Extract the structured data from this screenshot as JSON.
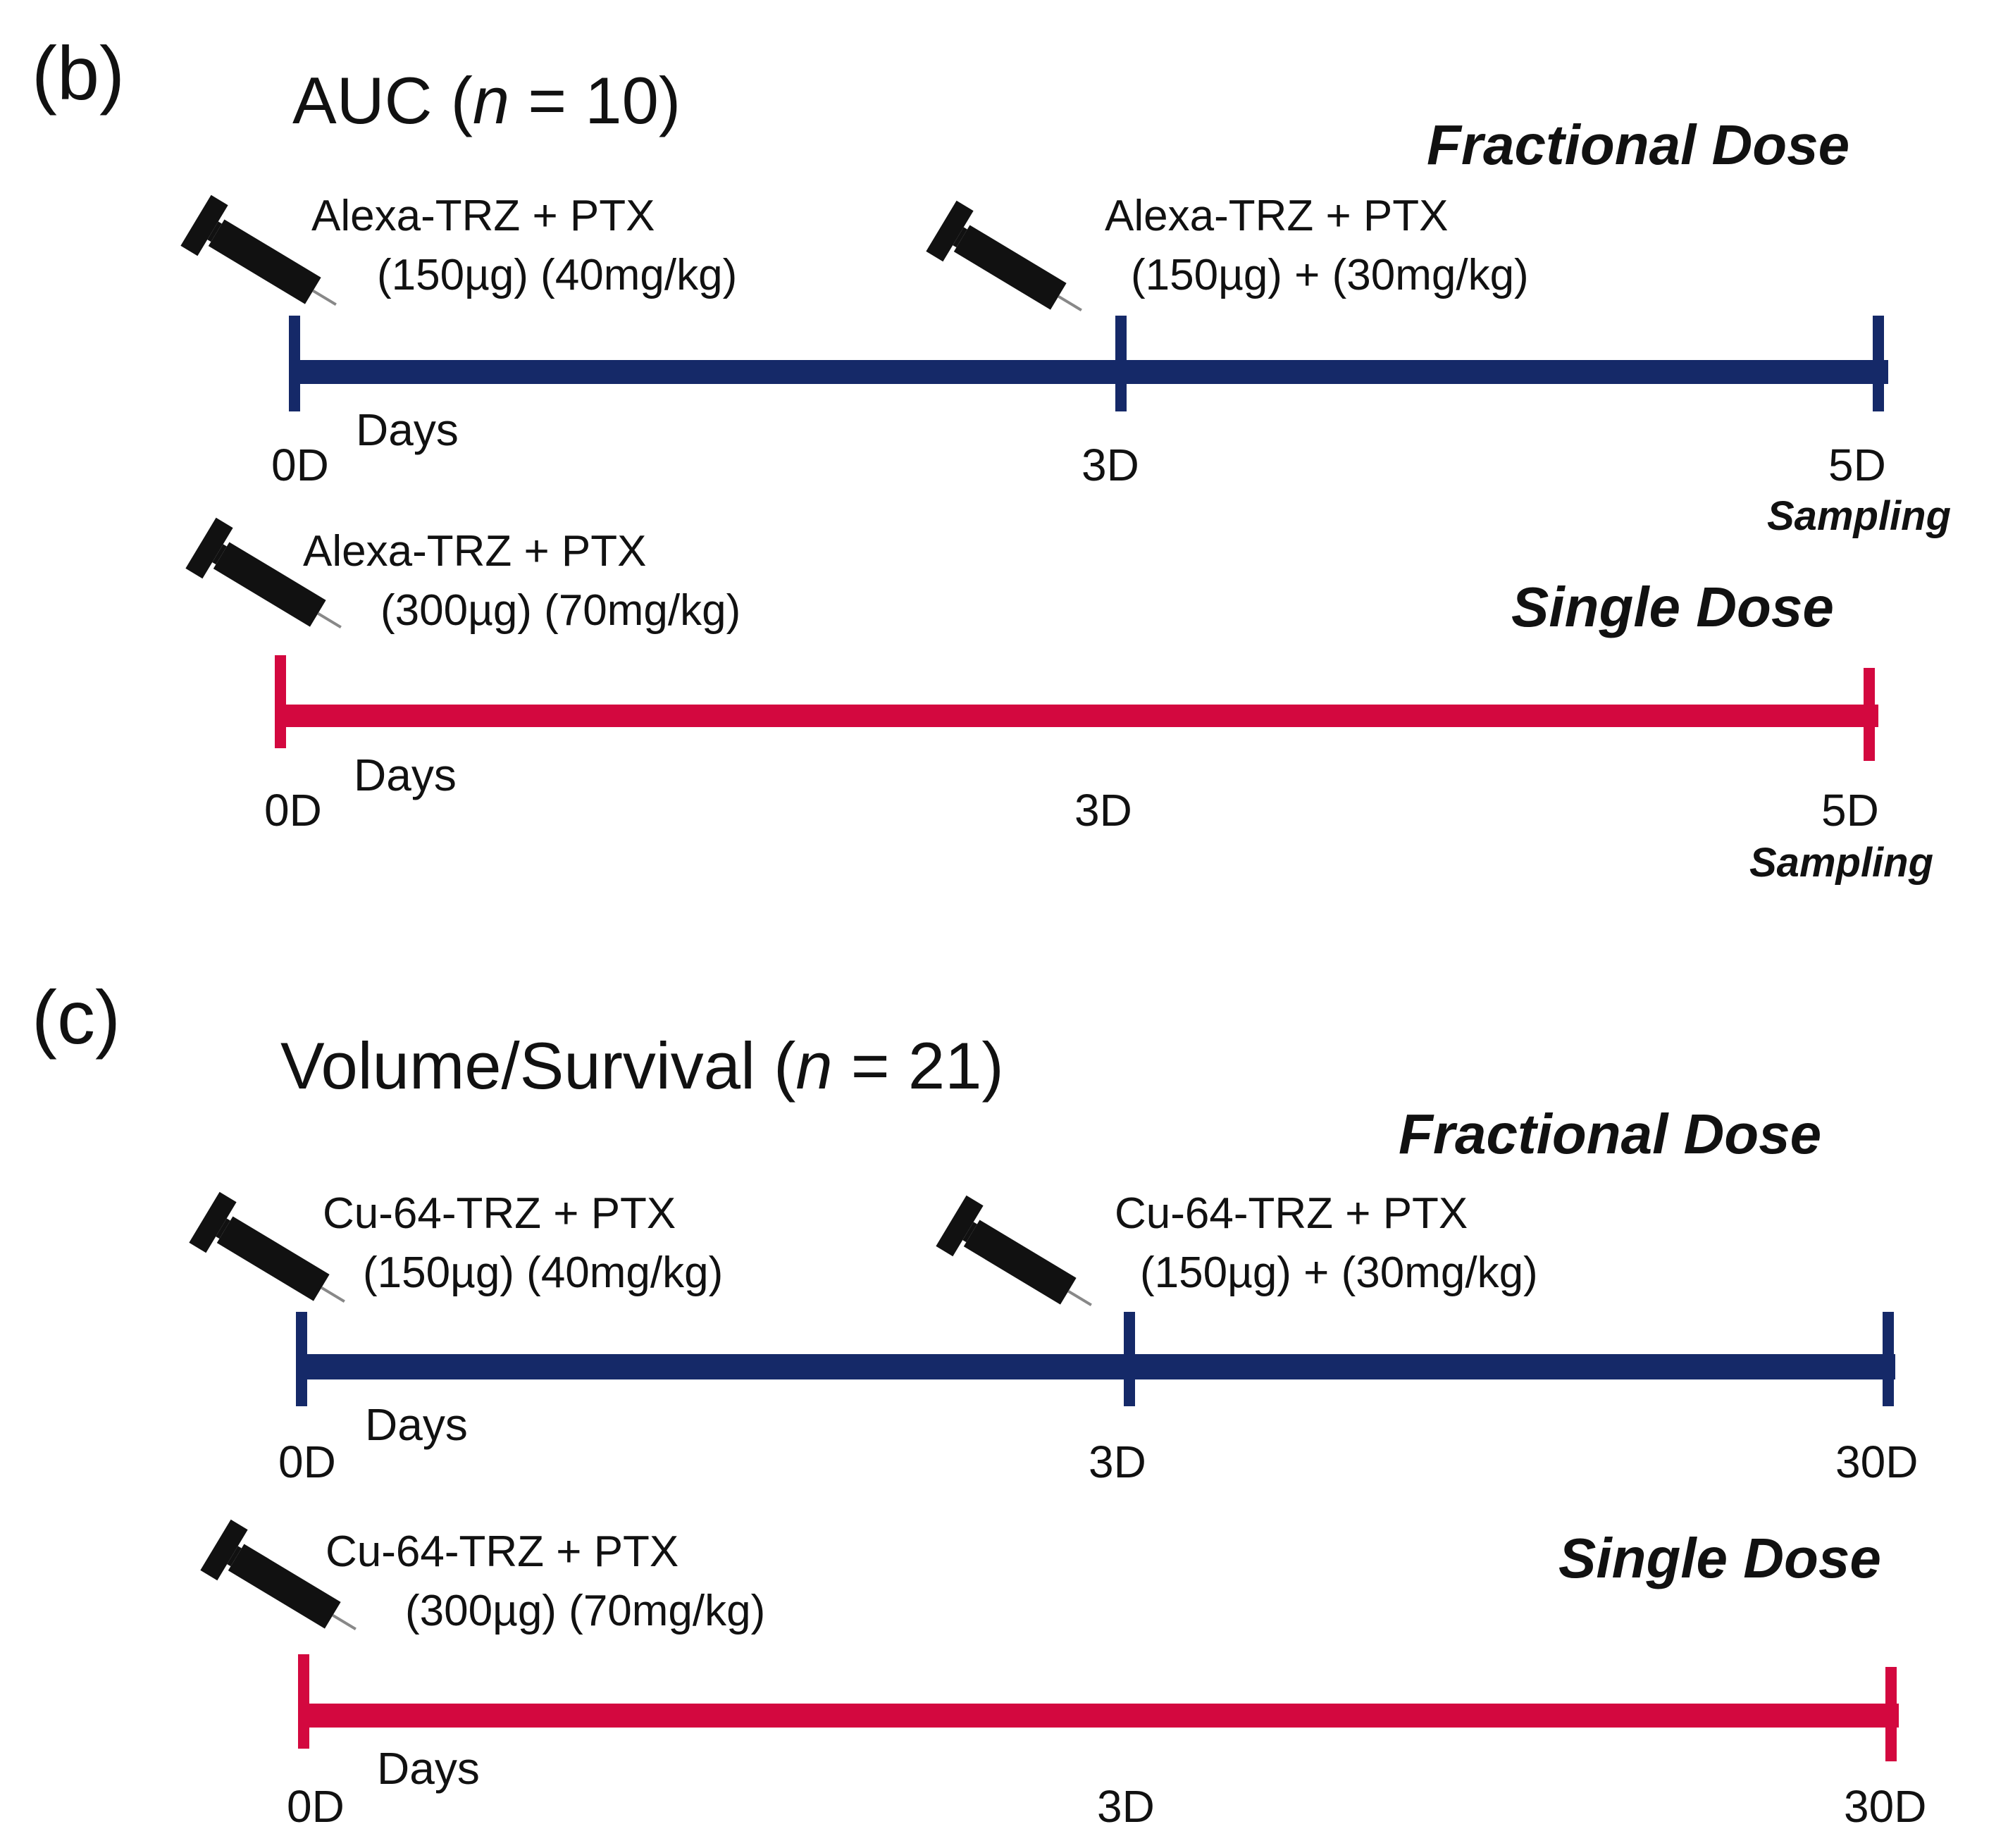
{
  "colors": {
    "fractional": "#152968",
    "single": "#d3083f",
    "syringe": "#111111"
  },
  "icons": {
    "injection": "syringe-icon"
  },
  "panel_b": {
    "label": "(b)",
    "title_prefix": "AUC (",
    "title_n": "n",
    "title_suffix": " = 10)",
    "fractional": {
      "title": "Fractional Dose",
      "injection1": {
        "drug": "Alexa-TRZ  +  PTX",
        "dose": "(150µg)  (40mg/kg)"
      },
      "injection2": {
        "drug": "Alexa-TRZ + PTX",
        "dose": "(150µg) + (30mg/kg)"
      },
      "days_label": "Days",
      "ticks": [
        "0D",
        "3D",
        "5D"
      ],
      "sampling": "Sampling"
    },
    "single": {
      "title": "Single Dose",
      "injection1": {
        "drug": "Alexa-TRZ    +     PTX",
        "dose": "(300µg)   (70mg/kg)"
      },
      "days_label": "Days",
      "ticks": [
        "0D",
        "3D",
        "5D"
      ],
      "sampling": "Sampling"
    }
  },
  "panel_c": {
    "label": "(c)",
    "title_prefix": "Volume/Survival  (",
    "title_n": "n",
    "title_suffix": " = 21)",
    "fractional": {
      "title": "Fractional Dose",
      "injection1": {
        "drug": "Cu-64-TRZ  +  PTX",
        "dose": "(150µg)  (40mg/kg)"
      },
      "injection2": {
        "drug": "Cu-64-TRZ + PTX",
        "dose": "(150µg) + (30mg/kg)"
      },
      "days_label": "Days",
      "ticks": [
        "0D",
        "3D",
        "30D"
      ]
    },
    "single": {
      "title": "Single Dose",
      "injection1": {
        "drug": "Cu-64-TRZ    +     PTX",
        "dose": "(300µg)   (70mg/kg)"
      },
      "days_label": "Days",
      "ticks": [
        "0D",
        "3D",
        "30D"
      ]
    }
  }
}
